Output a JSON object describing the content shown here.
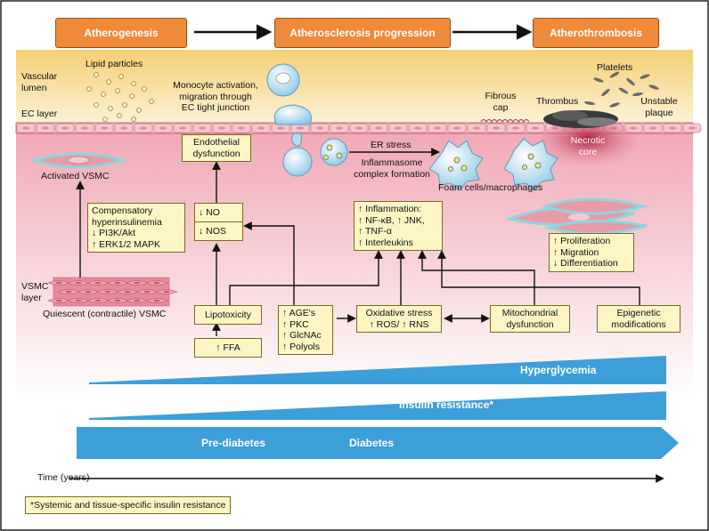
{
  "stages": [
    "Atherogenesis",
    "Atherosclerosis progression",
    "Atherothrombosis"
  ],
  "labels": {
    "vascular_lumen": [
      "Vascular",
      "lumen"
    ],
    "ec_layer": "EC layer",
    "lipid_particles": "Lipid particles",
    "monocyte": [
      "Monocyte activation,",
      "migration through",
      "EC tight junction"
    ],
    "platelets": "Platelets",
    "fibrous_cap": [
      "Fibrous",
      "cap"
    ],
    "thrombus": "Thrombus",
    "unstable_plaque": [
      "Unstable",
      "plaque"
    ],
    "necrotic_core": [
      "Necrotic",
      "core"
    ],
    "er_stress": "ER stress",
    "inflammasome": [
      "Inflammasome",
      "complex formation"
    ],
    "foam_cells": "Foam cells/macrophages",
    "activated_vsmc": "Activated VSMC",
    "vsmc_layer": [
      "VSMC",
      "layer"
    ],
    "quiescent_vsmc": "Quiescent (contractile) VSMC",
    "time": "Time (years)"
  },
  "boxes": {
    "endothelial": [
      "Endothelial",
      "dysfunction"
    ],
    "compensatory": [
      "Compensatory",
      "hyperinsulinemia",
      "↓ PI3K/Akt",
      "↑ ERK1/2 MAPK"
    ],
    "no": "↓ NO",
    "nos": "↓ NOS",
    "inflammation": [
      "↑ Inflammation:",
      "↑ NF-κB, ↑ JNK,",
      "↑ TNF-α",
      "↑ Interleukins"
    ],
    "vsmc_changes": [
      "↑ Proliferation",
      "↑ Migration",
      "↓ Differentiation"
    ],
    "lipotoxicity": "Lipotoxicity",
    "ffa": "↑ FFA",
    "age": [
      "↑ AGE's",
      "↑ PKC",
      "↑ GlcNAc",
      "↑ Polyols"
    ],
    "oxidative": [
      "Oxidative stress",
      "↑ ROS/ ↑ RNS"
    ],
    "mito": [
      "Mitochondrial",
      "dysfunction"
    ],
    "epigenetic": [
      "Epigenetic",
      "modifications"
    ]
  },
  "bands": {
    "hyperglycemia": "Hyperglycemia",
    "insulin_resistance": "Insulin resistance*",
    "prediabetes": "Pre-diabetes",
    "diabetes": "Diabetes"
  },
  "footnote": "*Systemic and tissue-specific insulin resistance",
  "colors": {
    "stage_fill": "#ee8a3a",
    "lumen_top": "#f7d98c",
    "tissue": "#f3b8c2",
    "box_fill": "#fdf5c4",
    "band_blue": "#3c9fd9"
  }
}
